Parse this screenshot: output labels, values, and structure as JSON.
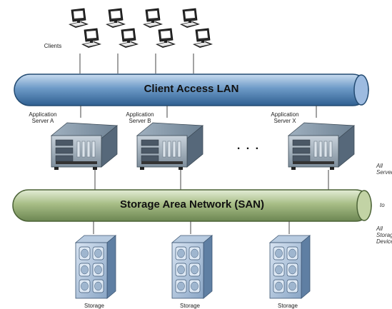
{
  "clients_label": "Clients",
  "lan_label": "Client Access LAN",
  "san_label": "Storage Area Network (SAN)",
  "servers": [
    {
      "label": "Application\nServer A"
    },
    {
      "label": "Application\nServer B"
    },
    {
      "label": "Application\nServer X"
    }
  ],
  "ellipsis": ". . .",
  "side_notes": {
    "all_servers": "All\nServer",
    "to": "to",
    "all_storage": "All\nStorag\nDevice"
  },
  "storage": [
    {
      "label": "Storage"
    },
    {
      "label": "Storage"
    },
    {
      "label": "Storage"
    }
  ],
  "colors": {
    "lan": "#4f7fb3",
    "san": "#93ab73",
    "server": "#5b6f7f",
    "storage": "#7f9bbd"
  }
}
